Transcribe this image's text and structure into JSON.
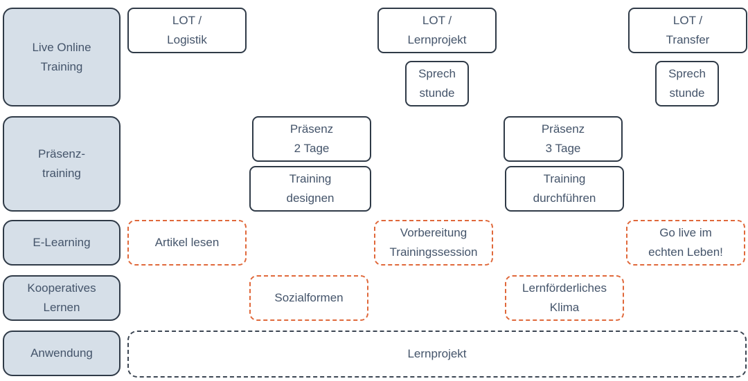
{
  "rows": {
    "live_online": "Live Online\nTraining",
    "praesenz": "Präsenz-\ntraining",
    "elearning": "E-Learning",
    "kooperativ": "Kooperatives\nLernen",
    "anwendung": "Anwendung"
  },
  "live_online_items": {
    "lot_logistik": "LOT /\nLogistik",
    "lot_lernprojekt": "LOT /\nLernprojekt",
    "sprechstunde_1": "Sprech\nstunde",
    "lot_transfer": "LOT /\nTransfer",
    "sprechstunde_2": "Sprech\nstunde"
  },
  "praesenz_items": {
    "praesenz_2_tage": "Präsenz\n2 Tage",
    "training_designen": "Training\ndesignen",
    "praesenz_3_tage": "Präsenz\n3 Tage",
    "training_durchfuehren": "Training\ndurchführen"
  },
  "elearning_items": {
    "artikel_lesen": "Artikel lesen",
    "vorbereitung": "Vorbereitung\nTrainingssession",
    "go_live": "Go live im\nechten Leben!"
  },
  "kooperativ_items": {
    "sozialformen": "Sozialformen",
    "lernfoerderliches_klima": "Lernförderliches\nKlima"
  },
  "anwendung_items": {
    "lernprojekt": "Lernprojekt"
  },
  "colors": {
    "row_label_fill": "#d6dfe8",
    "border_dark": "#2f3a47",
    "text": "#44546a",
    "dashed_orange": "#e0683a"
  }
}
